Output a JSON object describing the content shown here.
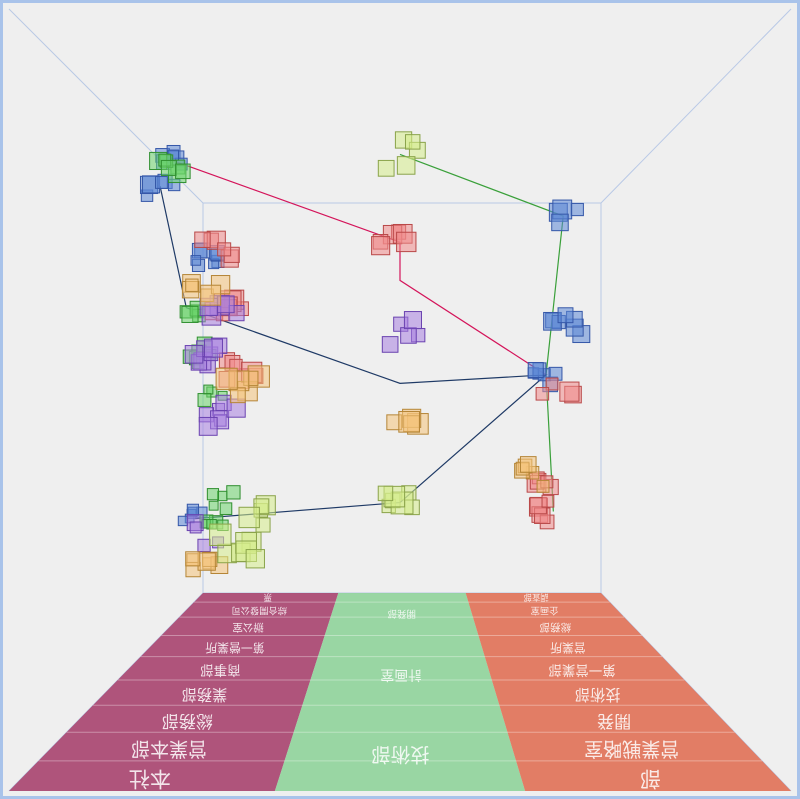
{
  "chart_data": {
    "type": "scatter",
    "view": "3d perspective room",
    "legend": "none",
    "grid": false,
    "floor_text": {
      "left_column": [
        "票",
        "綜合開發公司",
        "辦公室",
        "第一營業所",
        "商事部",
        "業務部",
        "総務部",
        "営業本部",
        "本社"
      ],
      "middle_column": [
        "開発部",
        "計画室",
        "技術部"
      ],
      "right_column": [
        "調査部",
        "企画室",
        "総務部",
        "営業所",
        "第一営業部",
        "技術部",
        "開発",
        "営業戦略室",
        "部"
      ]
    },
    "colors": {
      "room_background": "#efefef",
      "frame_border": "#a9c3ea",
      "room_edge": "#b9c9e6",
      "link_red": "#d4145a",
      "link_navy": "#1f3a66",
      "link_green": "#3aa03a",
      "floor_left": "#a7436e",
      "floor_middle": "#8fd39a",
      "floor_right": "#e07055"
    },
    "series": [
      {
        "color": "#5b86d6",
        "points": [
          {
            "x": -0.9,
            "y": 0.95,
            "z": 0.2
          },
          {
            "x": -0.92,
            "y": 0.82,
            "z": 0.1
          },
          {
            "x": 0.55,
            "y": 0.62,
            "z": -0.3
          },
          {
            "x": 0.58,
            "y": 0.1,
            "z": 0.2
          },
          {
            "x": 0.62,
            "y": 0.28,
            "z": 0.0
          },
          {
            "x": -0.82,
            "y": 0.6,
            "z": 0.4
          },
          {
            "x": -0.95,
            "y": -0.55,
            "z": 0.6
          }
        ]
      },
      {
        "color": "#6cd36c",
        "points": [
          {
            "x": -0.85,
            "y": 0.85,
            "z": 0.0
          },
          {
            "x": -0.88,
            "y": 0.38,
            "z": 0.3
          },
          {
            "x": -0.86,
            "y": 0.2,
            "z": 0.4
          },
          {
            "x": -0.84,
            "y": 0.02,
            "z": 0.5
          },
          {
            "x": -0.9,
            "y": -0.6,
            "z": 0.7
          },
          {
            "x": -0.78,
            "y": -0.45,
            "z": 0.5
          }
        ]
      },
      {
        "color": "#f18a8a",
        "points": [
          {
            "x": -0.6,
            "y": 0.5,
            "z": -0.4
          },
          {
            "x": -0.55,
            "y": 0.3,
            "z": -0.5
          },
          {
            "x": -0.52,
            "y": 0.1,
            "z": -0.4
          },
          {
            "x": 0.0,
            "y": 0.45,
            "z": -0.9
          },
          {
            "x": 0.55,
            "y": 0.05,
            "z": -0.2
          },
          {
            "x": 0.55,
            "y": -0.4,
            "z": -0.1
          },
          {
            "x": 0.52,
            "y": -0.3,
            "z": -0.2
          }
        ]
      },
      {
        "color": "#a77fe0",
        "points": [
          {
            "x": -0.65,
            "y": 0.15,
            "z": -0.3
          },
          {
            "x": -0.6,
            "y": -0.05,
            "z": -0.3
          },
          {
            "x": -0.58,
            "y": 0.3,
            "z": -0.4
          },
          {
            "x": 0.0,
            "y": 0.2,
            "z": -0.8
          },
          {
            "x": -0.68,
            "y": -0.48,
            "z": -0.1
          }
        ]
      },
      {
        "color": "#f4c27a",
        "points": [
          {
            "x": -0.62,
            "y": 0.35,
            "z": -0.5
          },
          {
            "x": -0.48,
            "y": 0.05,
            "z": -0.6
          },
          {
            "x": 0.0,
            "y": -0.05,
            "z": -0.7
          },
          {
            "x": 0.45,
            "y": -0.25,
            "z": -0.3
          },
          {
            "x": -0.72,
            "y": -0.62,
            "z": 0.0
          }
        ]
      },
      {
        "color": "#d6ec8a",
        "points": [
          {
            "x": -0.5,
            "y": -0.45,
            "z": -0.6
          },
          {
            "x": -0.45,
            "y": -0.35,
            "z": -0.7
          },
          {
            "x": 0.0,
            "y": -0.3,
            "z": -0.8
          },
          {
            "x": 0.0,
            "y": 0.7,
            "z": -0.9
          }
        ]
      }
    ]
  }
}
